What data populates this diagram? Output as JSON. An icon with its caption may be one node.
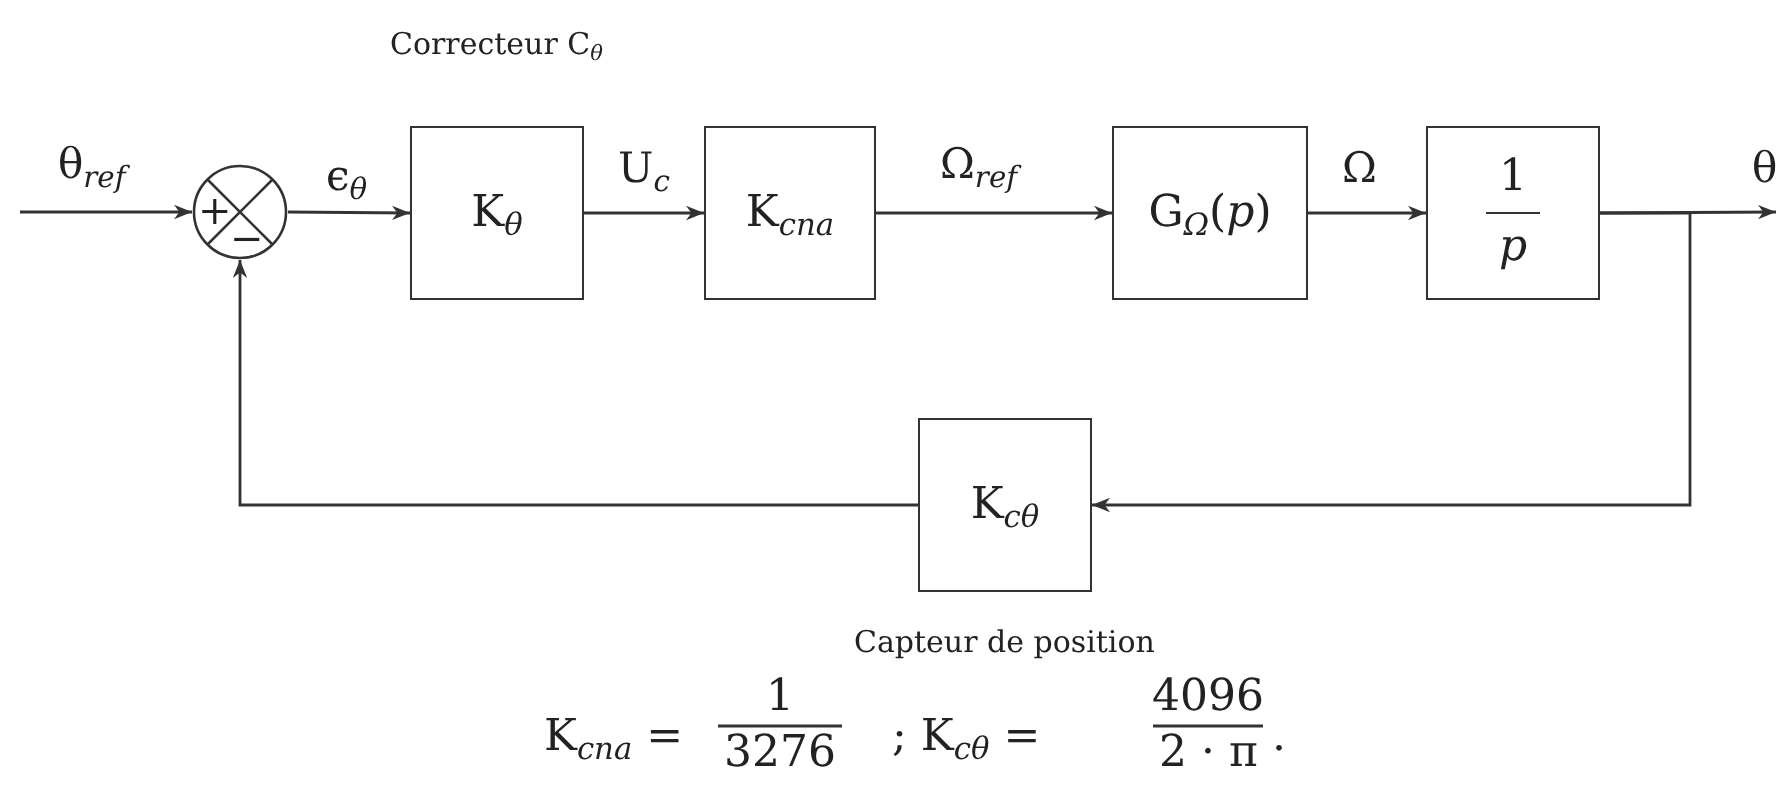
{
  "diagram": {
    "nodes": [
      {
        "text": [
          "+",
          "−"
        ]
      },
      {
        "text": [
          "K$_{θ}$"
        ],
        "beside": [
          "Correcteur C$_{θ}$"
        ]
      },
      {
        "text": [
          "K$_{cna}$"
        ]
      },
      {
        "text": [
          "G$_{Ω}$(*p*)"
        ]
      },
      {
        "text": [
          "1",
          "p"
        ]
      },
      {
        "text": [
          "K$_{cθ}$"
        ],
        "beside": [
          "Capteur de position"
        ]
      }
    ],
    "edges": [
      {
        "from": null,
        "to": 0,
        "arrow": "to",
        "label": "θ$_{ref}$"
      },
      {
        "from": 0,
        "to": 1,
        "arrow": "to",
        "label": "ϵ$_{θ}$"
      },
      {
        "from": 1,
        "to": 2,
        "arrow": "to",
        "label": "U$_{c}$"
      },
      {
        "from": 2,
        "to": 3,
        "arrow": "to",
        "label": "Ω$_{ref}$"
      },
      {
        "from": 3,
        "to": 4,
        "arrow": "to",
        "label": "Ω"
      },
      {
        "from": 4,
        "to": null,
        "arrow": "to",
        "label": "θ"
      },
      {
        "from": 4,
        "to": 5,
        "arrow": "to"
      },
      {
        "from": 5,
        "to": 0,
        "arrow": "to"
      }
    ],
    "labels": [
      "K$_{cna}$ =",
      "1",
      "3276",
      "; K$_{cθ}$ =",
      "4096",
      "2 · π",
      "."
    ]
  }
}
